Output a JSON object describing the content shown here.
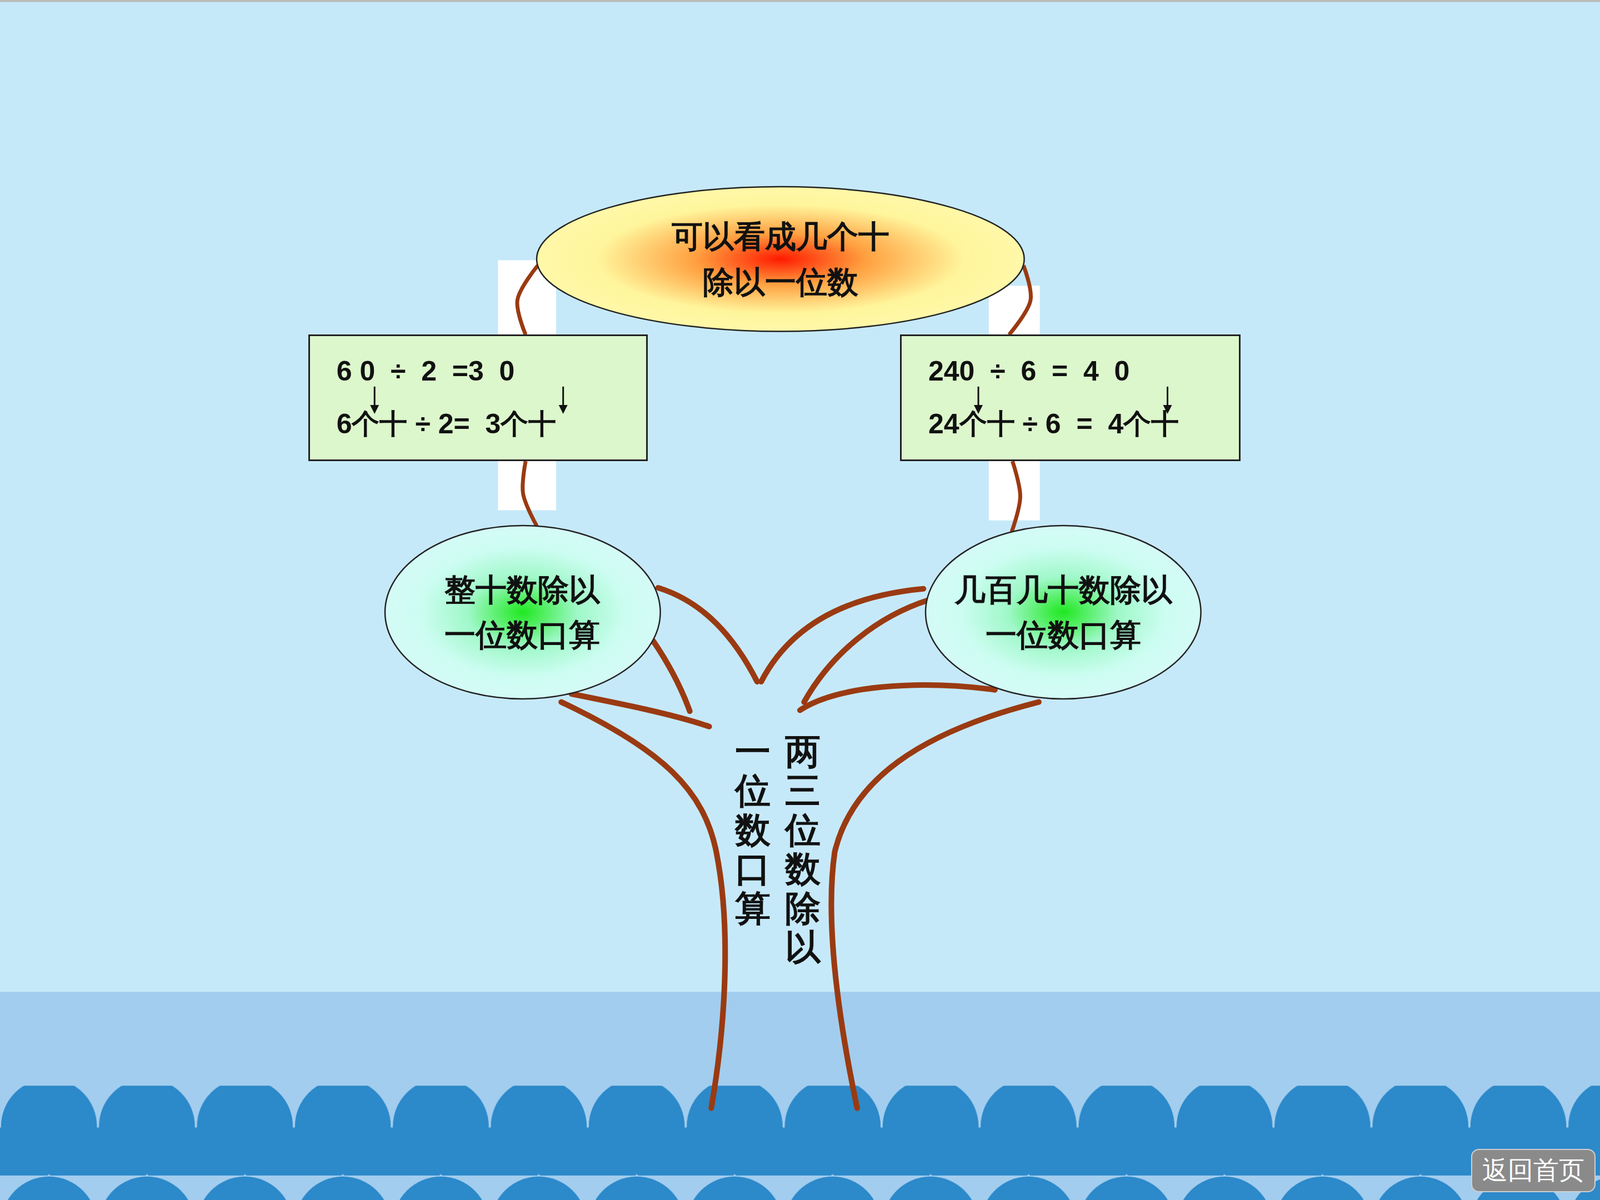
{
  "diagram": {
    "nodes": [
      {
        "text": [
          "可以看成几个十除以一位数"
        ]
      },
      {
        "text": [
          "6 0  ÷  2  =3  0",
          "6个十 ÷ 2=  3个十"
        ]
      },
      {
        "text": [
          "240  ÷  6  =  4  0",
          "24个十 ÷ 6  =  4个十"
        ]
      },
      {
        "text": [
          "整十数除以一位数口算"
        ]
      },
      {
        "text": [
          "几百几十数除以一位数口算"
        ]
      }
    ],
    "edges": [
      {
        "from": 0,
        "to": 1,
        "arrow": "none"
      },
      {
        "from": 0,
        "to": 2,
        "arrow": "none"
      },
      {
        "from": 1,
        "to": 3,
        "arrow": "none"
      },
      {
        "from": 2,
        "to": 4,
        "arrow": "none"
      }
    ],
    "labels": [
      "两三位数除以",
      "一位数口算",
      "返回首页"
    ]
  }
}
